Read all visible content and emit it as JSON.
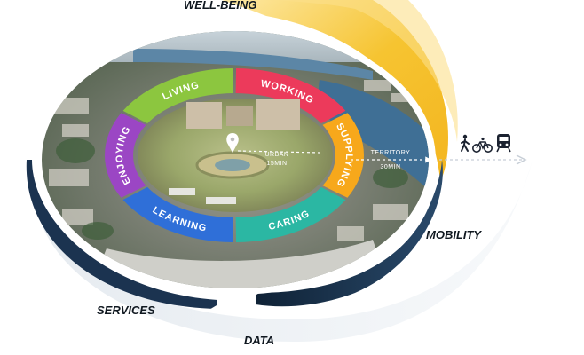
{
  "outer_labels": {
    "wellbeing": "WELL-BEING",
    "mobility": "MOBILITY",
    "services": "SERVICES",
    "data": "DATA"
  },
  "segments": [
    {
      "name": "LIVING",
      "color": "#8cc63f"
    },
    {
      "name": "WORKING",
      "color": "#ec3a5b"
    },
    {
      "name": "SUPPLYING",
      "color": "#f7a81b"
    },
    {
      "name": "CARING",
      "color": "#2bb7a3"
    },
    {
      "name": "LEARNING",
      "color": "#2f6fd8"
    },
    {
      "name": "ENJOYING",
      "color": "#9b46c4"
    }
  ],
  "center": {
    "urban_line1": "URBAN",
    "urban_line2": "15MIN",
    "territory_line1": "TERRITORY",
    "territory_line2": "30MIN"
  },
  "icons": [
    "pedestrian-icon",
    "bicycle-icon",
    "train-icon"
  ],
  "colors": {
    "wellbeing_arc": "#f6c431",
    "mobility_arc": "#1b3350",
    "services_arc": "#1b3350",
    "shadow": "#dde3ea"
  }
}
